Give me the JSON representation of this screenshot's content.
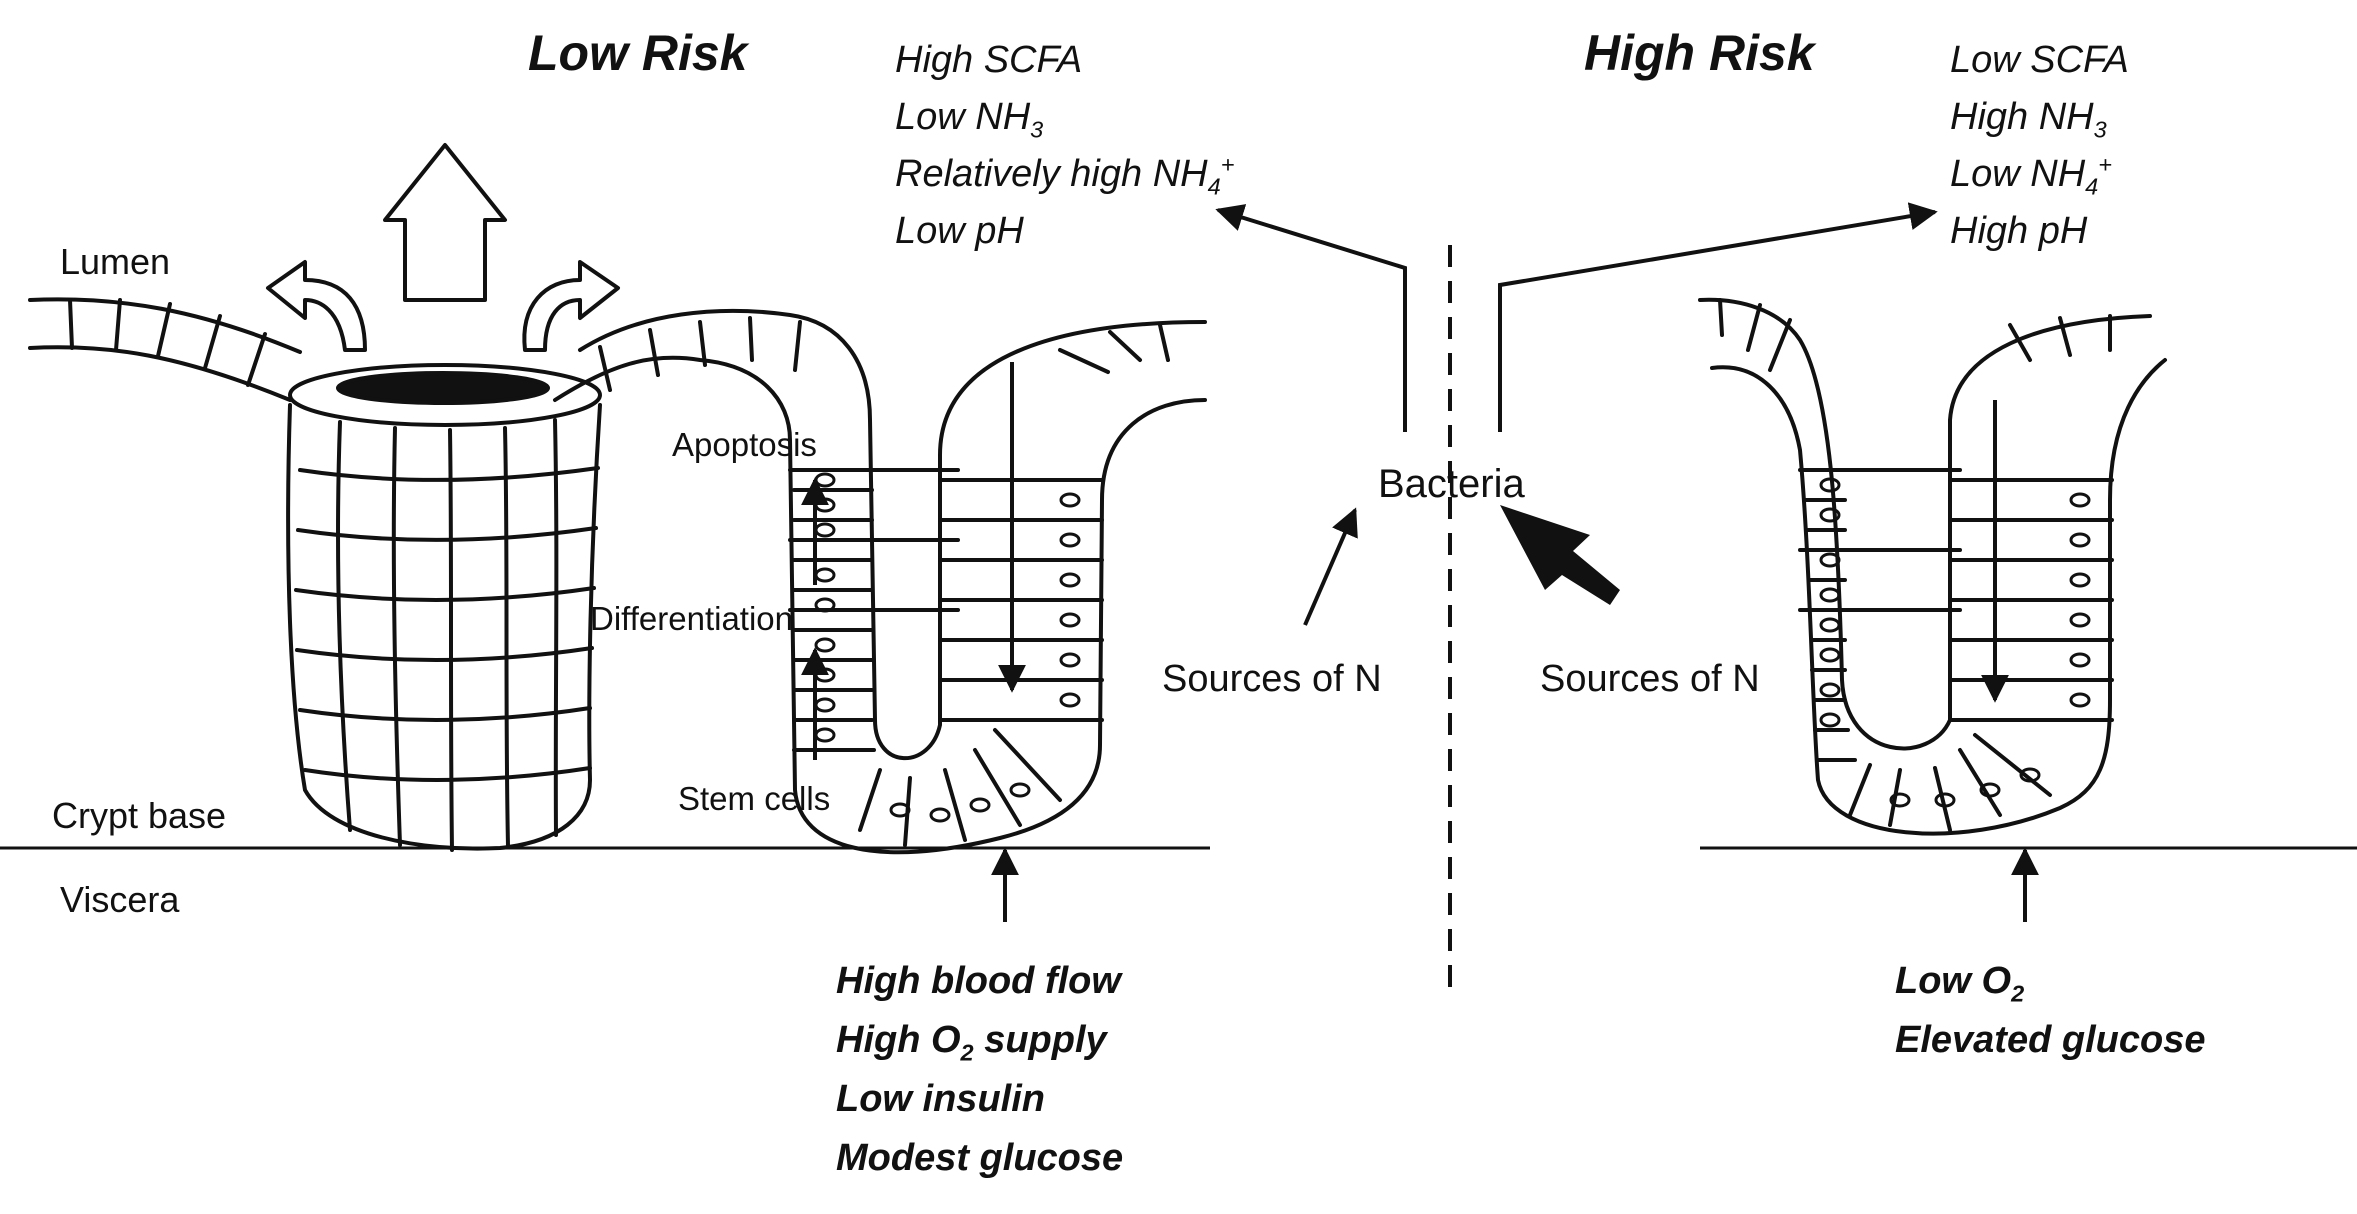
{
  "headings": {
    "low_risk": "Low Risk",
    "high_risk": "High Risk"
  },
  "side_labels": {
    "lumen": "Lumen",
    "crypt_base": "Crypt base",
    "viscera": "Viscera"
  },
  "stages": {
    "apoptosis": "Apoptosis",
    "differentiation": "Differentiation",
    "stem_cells": "Stem cells"
  },
  "center": {
    "bacteria": "Bacteria",
    "sources_left": "Sources of N",
    "sources_right": "Sources of N"
  },
  "low_risk_lumen": [
    {
      "text": "High SCFA"
    },
    {
      "pre": "Low NH",
      "sub": "3"
    },
    {
      "pre": "Relatively high NH",
      "sub": "4",
      "sup": "+"
    },
    {
      "text": "Low pH"
    }
  ],
  "high_risk_lumen": [
    {
      "text": "Low SCFA"
    },
    {
      "pre": "High NH",
      "sub": "3"
    },
    {
      "pre": "Low NH",
      "sub": "4",
      "sup": "+"
    },
    {
      "text": "High pH"
    }
  ],
  "low_risk_systemic": [
    {
      "text": "High blood flow"
    },
    {
      "pre": "High O",
      "sub": "2",
      "post": " supply"
    },
    {
      "text": "Low insulin"
    },
    {
      "text": "Modest glucose"
    }
  ],
  "high_risk_systemic": [
    {
      "pre": "Low O",
      "sub": "2"
    },
    {
      "text": "Elevated glucose"
    }
  ]
}
